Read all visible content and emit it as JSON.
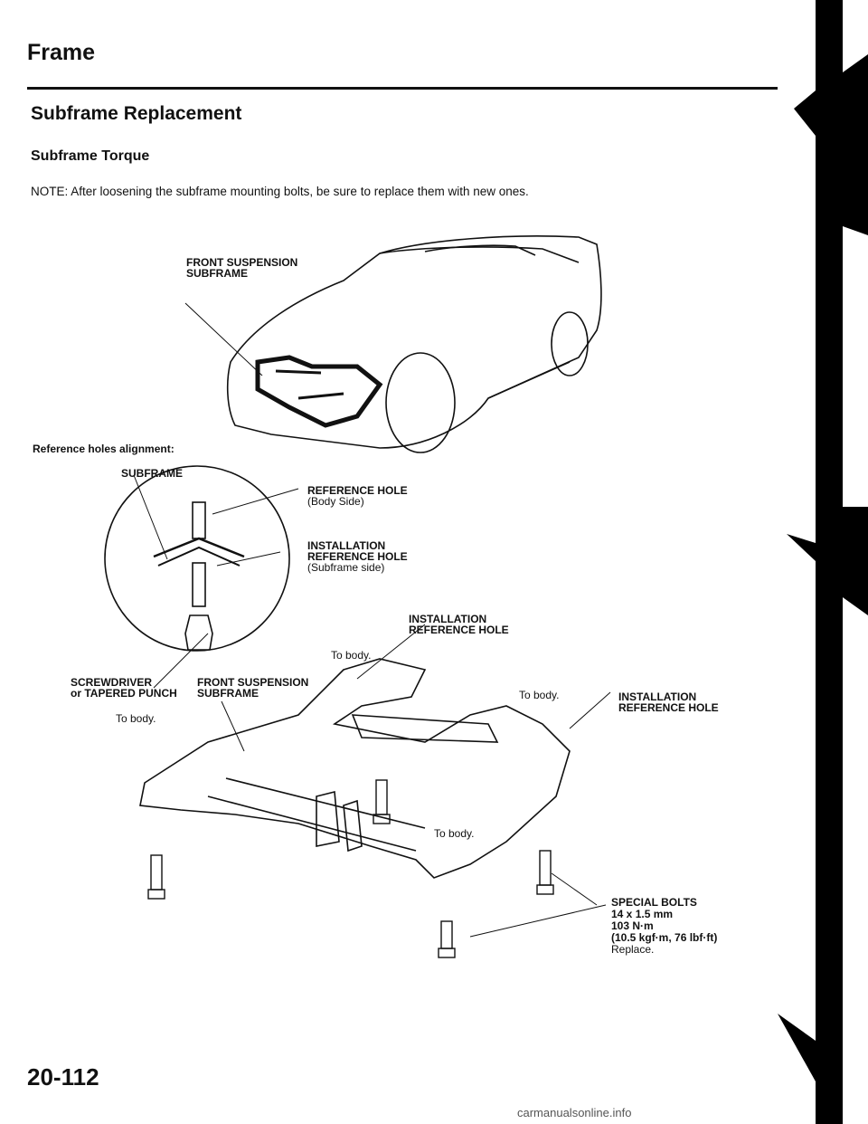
{
  "page": {
    "section_title": "Frame",
    "heading": "Subframe Replacement",
    "subheading": "Subframe Torque",
    "note": "NOTE: After loosening the subframe mounting bolts, be sure to replace them with new ones.",
    "page_number": "20-112",
    "watermark": "carmanualsonline.info"
  },
  "labels": {
    "front_susp_top_1": "FRONT SUSPENSION",
    "front_susp_top_2": "SUBFRAME",
    "ref_alignment": "Reference holes alignment:",
    "subframe": "SUBFRAME",
    "ref_hole": "REFERENCE HOLE",
    "body_side": "(Body Side)",
    "inst_1": "INSTALLATION",
    "inst_2": "REFERENCE HOLE",
    "subframe_side": "(Subframe side)",
    "inst_mid_1": "INSTALLATION",
    "inst_mid_2": "REFERENCE HOLE",
    "to_body": "To body.",
    "screwdriver_1": "SCREWDRIVER",
    "screwdriver_2": "or TAPERED PUNCH",
    "front_susp_mid_1": "FRONT SUSPENSION",
    "front_susp_mid_2": "SUBFRAME",
    "inst_right_1": "INSTALLATION",
    "inst_right_2": "REFERENCE HOLE",
    "bolts_1": "SPECIAL BOLTS",
    "bolts_2": "14 x 1.5 mm",
    "bolts_3": "103 N·m",
    "bolts_4": "(10.5 kgf·m, 76 lbf·ft)",
    "bolts_5": "Replace."
  }
}
